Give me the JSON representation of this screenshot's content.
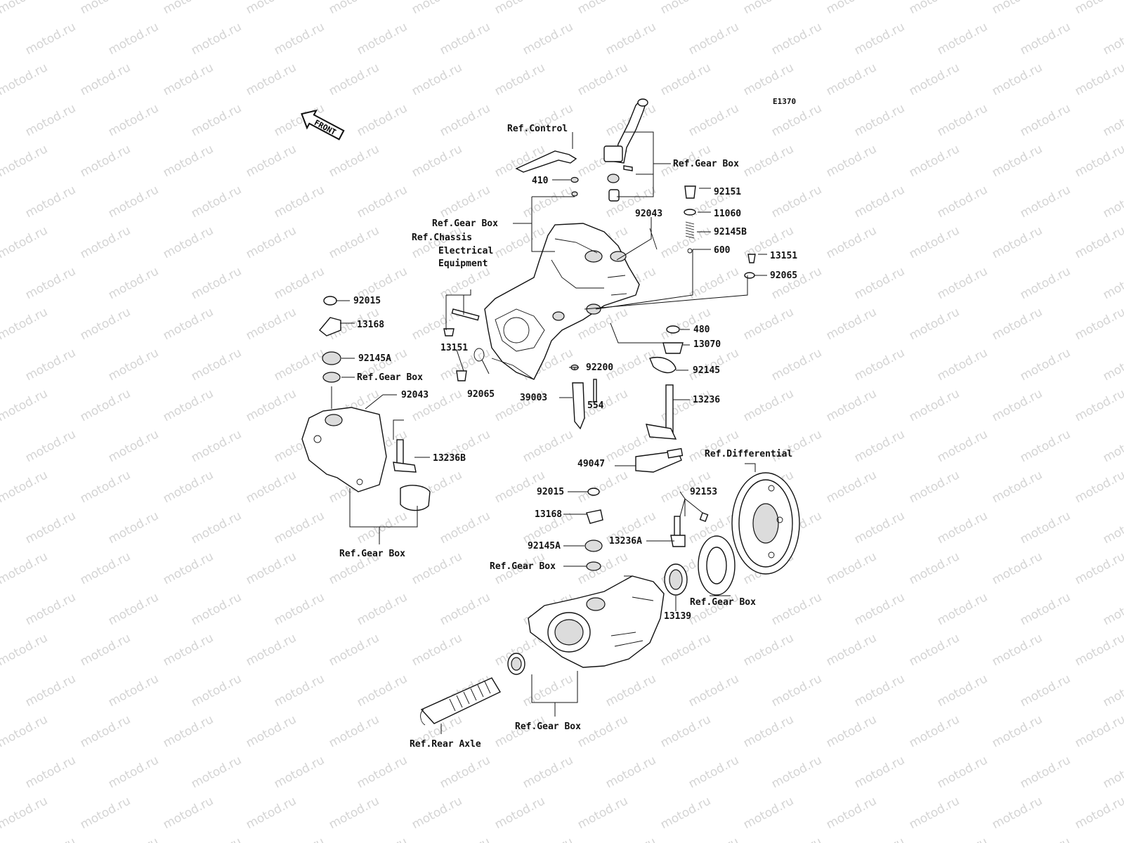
{
  "diagram_id": "E1370",
  "front_arrow_text": "FRONT",
  "watermark": "motod.ru",
  "callouts": [
    "Ref.Control",
    "410",
    "Ref.Gear Box",
    "Ref.Gear Box",
    "Ref.Chassis",
    "Electrical",
    "Equipment",
    "92151",
    "92043",
    "11060",
    "92145B",
    "600",
    "13151",
    "92065",
    "92015",
    "13168",
    "92145A",
    "Ref.Gear Box",
    "92043",
    "13151",
    "92065",
    "480",
    "13070",
    "92145",
    "92200",
    "39003",
    "554",
    "13236",
    "13236B",
    "49047",
    "Ref.Differential",
    "Ref.Gear Box",
    "92015",
    "13168",
    "92145A",
    "Ref.Gear Box",
    "92153",
    "13236A",
    "Ref.Gear Box",
    "13139",
    "Ref.Gear Box",
    "Ref.Rear Axle"
  ]
}
